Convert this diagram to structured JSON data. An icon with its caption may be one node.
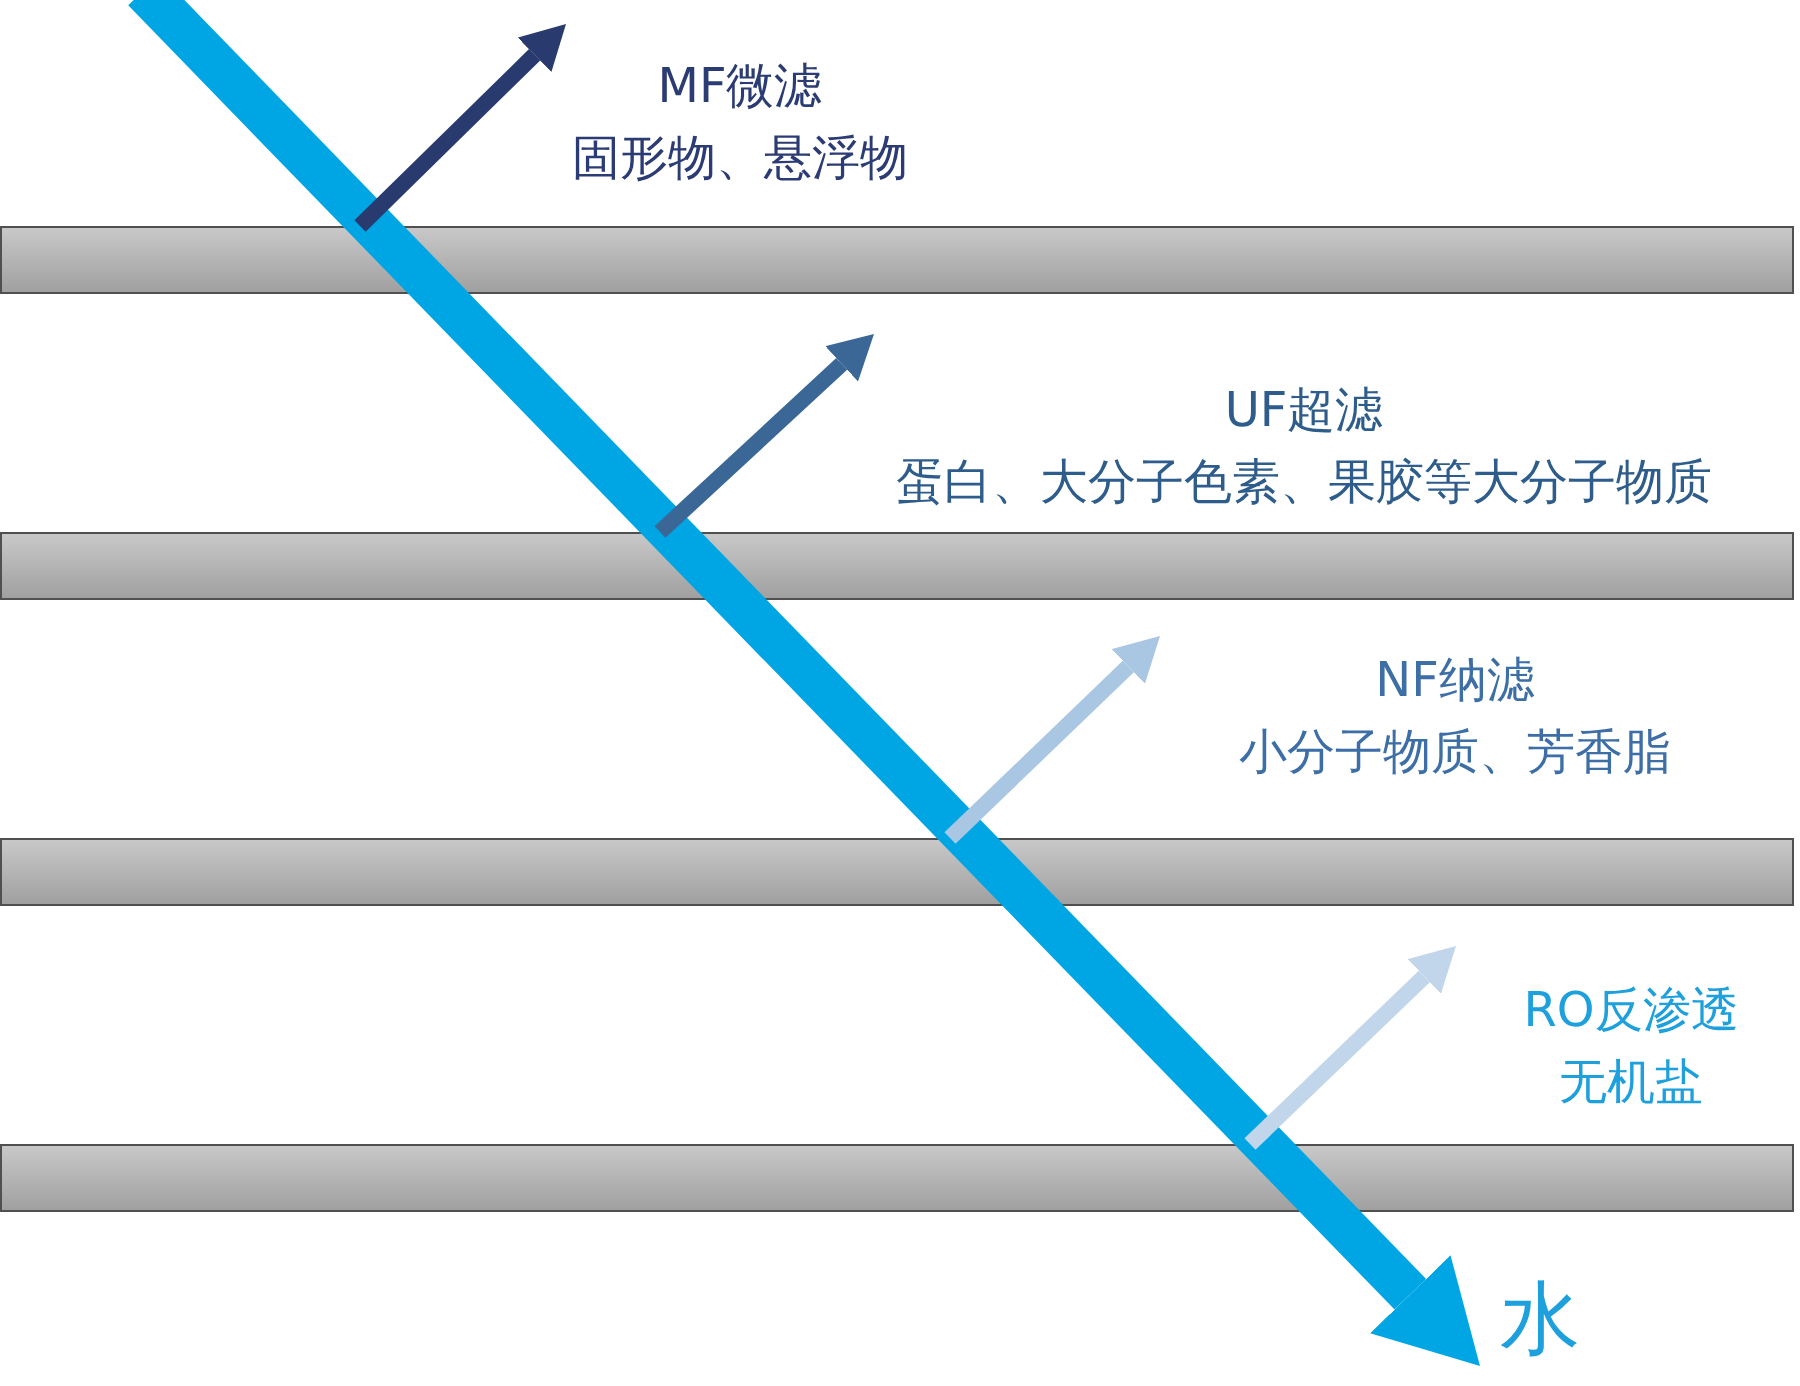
{
  "diagram": {
    "nodes": [
      {
        "text": [
          "MF微滤",
          "固形物、悬浮物"
        ]
      },
      {
        "text": [],
        "shape": "bar"
      },
      {
        "text": [
          "UF超滤",
          "蛋白、大分子色素、果胶等大分子物质"
        ]
      },
      {
        "text": [],
        "shape": "bar"
      },
      {
        "text": [
          "NF纳滤",
          "小分子物质、芳香脂"
        ]
      },
      {
        "text": [],
        "shape": "bar"
      },
      {
        "text": [
          "RO反渗透",
          "无机盐"
        ]
      },
      {
        "text": [],
        "shape": "bar"
      },
      {
        "text": [
          "水"
        ]
      }
    ],
    "edges": [
      {
        "from": null,
        "to": 8,
        "arrow": "to",
        "style": "thick",
        "color": "#00a6e4"
      },
      {
        "from": 1,
        "to": 0,
        "arrow": "to",
        "color": "#283a6e"
      },
      {
        "from": 3,
        "to": 2,
        "arrow": "to",
        "color": "#3a6796"
      },
      {
        "from": 5,
        "to": 4,
        "arrow": "to",
        "color": "#a9c6e3"
      },
      {
        "from": 7,
        "to": 6,
        "arrow": "to",
        "color": "#c1d6ea"
      }
    ]
  }
}
